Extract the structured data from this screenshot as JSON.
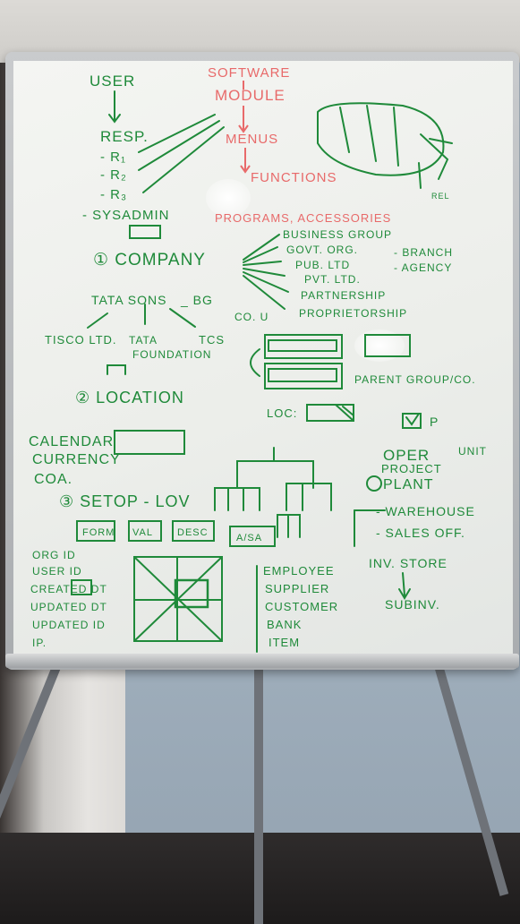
{
  "board": {
    "top_left": {
      "user": "USER",
      "resp": "RESP.",
      "r1": "- R₁",
      "r2": "- R₂",
      "r3": "- R₃",
      "sysadmin": "- SYSADMIN"
    },
    "red": {
      "software": "SOFTWARE",
      "module": "MODULE",
      "menus": "MENUS",
      "functions": "FUNCTIONS",
      "programs": "PROGRAMS, ACCESSORIES"
    },
    "company": {
      "heading": "① COMPANY",
      "business_group": "BUSINESS GROUP",
      "govt_org": "GOVT. ORG.",
      "pub_ltd": "PUB. LTD",
      "pvt_ltd": "PVT. LTD.",
      "partnership": "PARTNERSHIP",
      "proprietorship": "PROPRIETORSHIP",
      "branch": "- BRANCH",
      "agency": "- AGENCY",
      "co_u": "CO. U"
    },
    "tata": {
      "tata_sons": "TATA SONS",
      "bg": "_ BG",
      "tisco": "TISCO LTD.",
      "tata_foundation_1": "TATA",
      "tata_foundation_2": "FOUNDATION",
      "tcs": "TCS"
    },
    "location": {
      "heading": "② LOCATION",
      "parent": "PARENT GROUP/CO.",
      "loc": "LOC:",
      "p": "P"
    },
    "setup": {
      "calendar": "CALENDAR",
      "currency": "CURRENCY",
      "coa": "COA.",
      "heading": "③ SETOP - LOV",
      "form": "FORM",
      "val": "VAL",
      "desc": "DESC",
      "a_sa": "A/SA"
    },
    "oper": {
      "oper": "OPER",
      "unit": "UNIT",
      "project": "PROJECT",
      "plant": "PLANT",
      "warehouse": "- WAREHOUSE",
      "sales_off": "- SALES OFF.",
      "inv_store": "INV. STORE",
      "subinv": "SUBINV."
    },
    "audit": {
      "org_id": "ORG ID",
      "user_id": "USER ID",
      "created": "CREATED DT",
      "updated_dt": "UPDATED DT",
      "updated_id": "UPDATED ID",
      "ip": "IP."
    },
    "entities": {
      "employee": "EMPLOYEE",
      "supplier": "SUPPLIER",
      "customer": "CUSTOMER",
      "bank": "BANK",
      "item": "ITEM"
    },
    "sketch_labels": {
      "rel": "REL"
    }
  },
  "colors": {
    "marker_green": "#1f8a3a",
    "marker_red": "#e86a6a"
  }
}
